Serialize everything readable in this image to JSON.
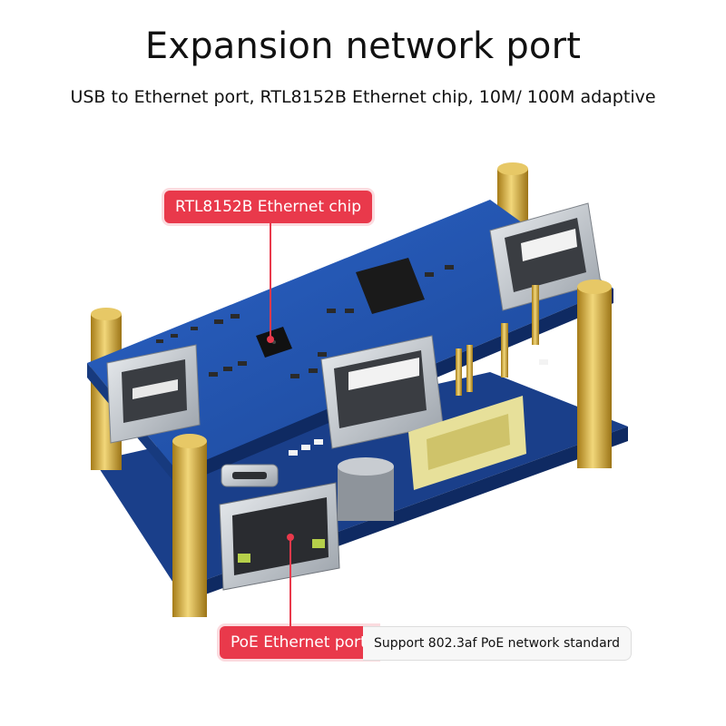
{
  "header": {
    "title": "Expansion network port",
    "subtitle": "USB to Ethernet port, RTL8152B Ethernet chip, 10M/ 100M adaptive"
  },
  "callouts": {
    "chip": "RTL8152B Ethernet chip",
    "poe": "PoE Ethernet port",
    "poe_note": "Support 802.3af PoE network standard"
  },
  "colors": {
    "callout_red": "#e9394b",
    "pcb_blue": "#1f4fa3",
    "brass": "#d7b24a"
  }
}
